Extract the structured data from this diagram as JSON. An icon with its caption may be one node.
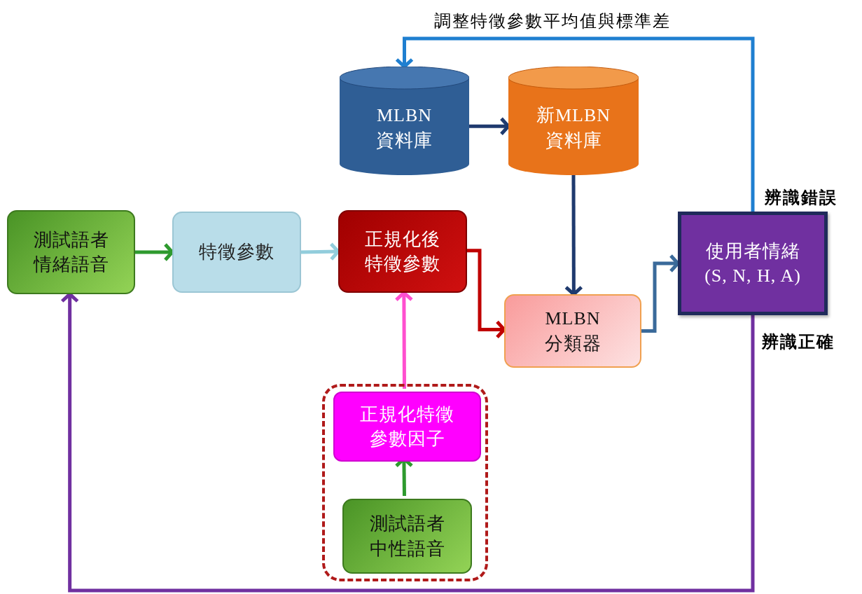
{
  "diagram": {
    "nodes": [
      {
        "text": [
          "測試語者情緒語音"
        ]
      },
      {
        "text": [
          "特徵參數"
        ]
      },
      {
        "text": [
          "正規化後特徵參數"
        ]
      },
      {
        "text": [
          "MLBN 資料庫"
        ]
      },
      {
        "text": [
          "新MLBN 資料庫"
        ]
      },
      {
        "text": [
          "MLBN 分類器"
        ]
      },
      {
        "text": [
          "使用者情緒 (S, N, H, A)"
        ]
      },
      {
        "text": [],
        "shape": "box"
      },
      {
        "text": [
          "正規化特徵參數因子"
        ],
        "in": 7
      },
      {
        "text": [
          "測試語者中性語音"
        ],
        "in": 7
      }
    ],
    "edges": [
      {
        "from": 0,
        "to": 1,
        "arrow": "to",
        "color": "#2e9a2e"
      },
      {
        "from": 1,
        "to": 2,
        "arrow": "to",
        "color": "#92cddc"
      },
      {
        "from": 2,
        "to": 5,
        "arrow": "to",
        "color": "#c00000"
      },
      {
        "from": 3,
        "to": 4,
        "arrow": "to",
        "color": "#1f3a6e"
      },
      {
        "from": 4,
        "to": 5,
        "arrow": "to",
        "color": "#1f3a6e"
      },
      {
        "from": 5,
        "to": 6,
        "arrow": "to",
        "color": "#3a6a9a"
      },
      {
        "from": 6,
        "to": 3,
        "arrow": "to",
        "color": "#1f7fd0",
        "label": "調整特徵參數平均值與標準差"
      },
      {
        "from": 6,
        "to": 0,
        "arrow": "to",
        "color": "#7030a0",
        "label": "辨識正確"
      },
      {
        "from": 9,
        "to": 8,
        "arrow": "to",
        "color": "#2e9a2e"
      },
      {
        "from": 8,
        "to": 2,
        "arrow": "to",
        "color": "#ff4fcf"
      }
    ],
    "labels": [
      "辨識錯誤"
    ]
  }
}
